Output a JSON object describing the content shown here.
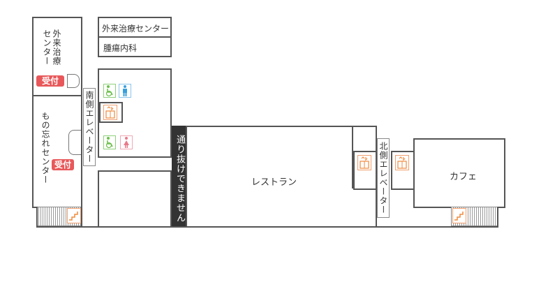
{
  "floor_map": {
    "outpatient_center": "外来治療センター",
    "outpatient_center_vertical": "外来治療センター",
    "oncology": "腫瘍内科",
    "lost_and_found": "もの忘れセンター",
    "south_elevator": "南側エレベーター",
    "north_elevator": "北側エレベーター",
    "no_passage": "通り抜けできません",
    "restaurant": "レストラン",
    "cafe": "カフェ",
    "reception_1": "受付",
    "reception_2": "受付"
  },
  "colors": {
    "reception": "#e8585a",
    "elevator_icon": "#f08a3c",
    "accessible_icon": "#6cbf4a",
    "male_icon": "#3aa0dc",
    "female_icon": "#e87a8a",
    "no_passage_bg": "#333333"
  },
  "icons": [
    "accessible-icon",
    "male-toilet-icon",
    "elevator-icon",
    "female-toilet-icon",
    "stairs-icon"
  ]
}
